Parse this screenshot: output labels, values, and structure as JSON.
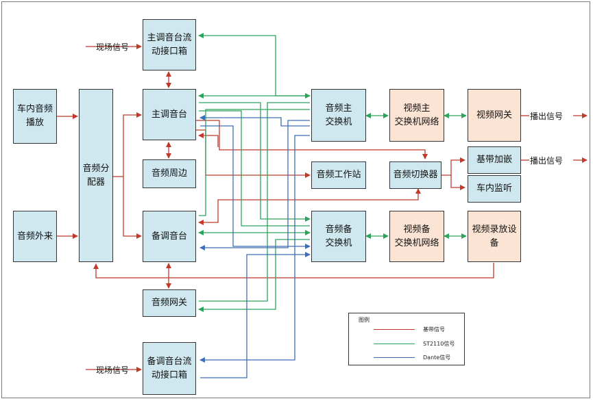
{
  "colors": {
    "baseband": "#c0392b",
    "st2110": "#2ca35a",
    "dante": "#3d6db4",
    "box_blue": "#cfe8ef",
    "box_peach": "#fce4d4"
  },
  "boxes": {
    "in_car_playback": "车内音频\n播放",
    "external_audio": "音频外来",
    "audio_distributor": "音频分\n配器",
    "main_console_io": "主调音台流\n动接口箱",
    "main_console": "主调音台",
    "audio_peripheral": "音频周边",
    "backup_console": "备调音台",
    "audio_gateway": "音频网关",
    "backup_console_io": "备调音台流\n动接口箱",
    "audio_main_switch": "音频主\n交换机",
    "audio_workstation": "音频工作站",
    "audio_backup_switch": "音频备\n交换机",
    "video_main_network": "视频主\n交换机网络",
    "audio_switcher": "音频切换器",
    "video_backup_network": "视频备\n交换机网络",
    "video_gateway": "视频网关",
    "baseband_embed": "基带加嵌",
    "in_car_monitor": "车内监听",
    "video_recorder": "视频录放设\n备"
  },
  "labels": {
    "site_signal_top": "现场信号",
    "site_signal_bottom": "现场信号",
    "broadcast_out_1": "播出信号",
    "broadcast_out_2": "播出信号"
  },
  "legend": {
    "title": "图例",
    "items": [
      {
        "label": "基带信号",
        "color": "#c0392b"
      },
      {
        "label": "ST2110信号",
        "color": "#2ca35a"
      },
      {
        "label": "Dante信号",
        "color": "#3d6db4"
      }
    ]
  }
}
